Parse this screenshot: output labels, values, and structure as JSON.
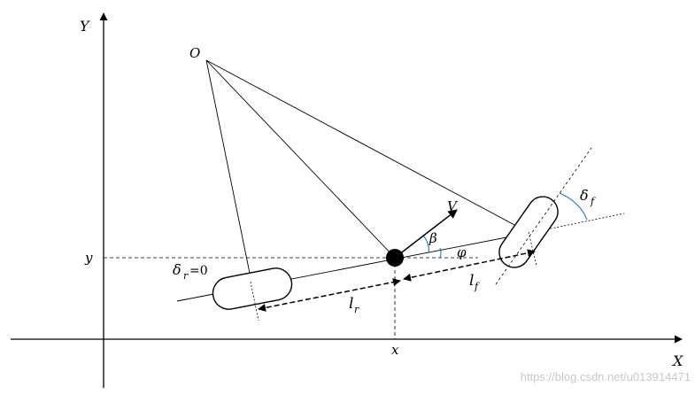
{
  "axes": {
    "x_axis_label": "X",
    "y_axis_label": "Y",
    "x_tick_label": "x",
    "y_tick_label": "y"
  },
  "points": {
    "instant_center_label": "O"
  },
  "vectors": {
    "velocity_label": "V"
  },
  "angles": {
    "beta_label": "β",
    "phi_label": "φ",
    "delta_f_symbol": "δ",
    "delta_f_sub": "f",
    "delta_r_symbol": "δ",
    "delta_r_sub": "r",
    "delta_r_value": "=0"
  },
  "lengths": {
    "lr_symbol": "l",
    "lr_sub": "r",
    "lf_symbol": "l",
    "lf_sub": "f"
  },
  "watermark": "https://blog.csdn.net/u013914471",
  "colors": {
    "ink": "#000000",
    "angle_arc": "#2e75b6",
    "watermark": "#c8c8c8"
  }
}
